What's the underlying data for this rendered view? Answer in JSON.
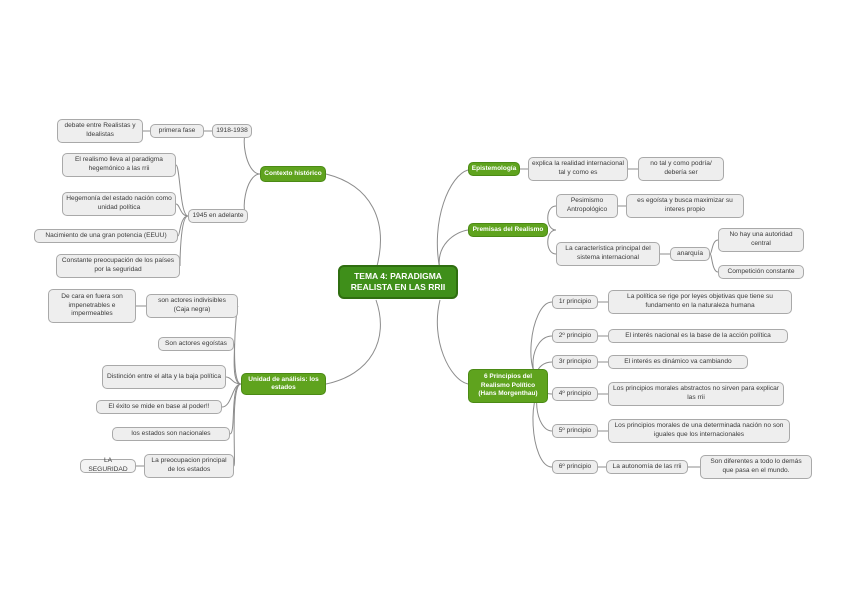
{
  "colors": {
    "root": "#3f8f1a",
    "branch": "#5fa31e",
    "leaf": "#eeeeee",
    "line": "#8c8c8c"
  },
  "root": "TEMA 4: PARADIGMA REALISTA EN LAS RRII",
  "contexto": {
    "label": "Contexto histórico",
    "p1918": "1918-1938",
    "primera_fase": "primera fase",
    "debate": "debate entre Realistas y Idealistas",
    "p1945": "1945 en adelante",
    "realismo_paradigma": "El realismo lleva al paradigma hegemónico a las rrii",
    "hegemonia": "Hegemonía del estado nación como unidad política",
    "nacimiento": "Nacimiento de una gran potencia (EEUU)",
    "preocupacion": "Constante preocupación de los países por la seguridad"
  },
  "unidad": {
    "label": "Unidad de análisis: los estados",
    "actores": "son actores indivisibles (Caja negra)",
    "de_cara": "De cara en fuera son impenetrables e impermeables",
    "egoistas": "Son actores egoístas",
    "distincion": "Distinción entre el alta y la baja política",
    "exito": "El éxito se mide en base al poder!!",
    "nacionales": "los estados son nacionales",
    "preocupacion": "La preocupacion principal de los estados",
    "seguridad": "LA SEGURIDAD"
  },
  "epistemologia": {
    "label": "Epistemología",
    "explica": "explica la realidad internacional tal y como es",
    "no_tal": "no tal y como podría/ debería ser"
  },
  "premisas": {
    "label": "Premisas del Realismo",
    "pesimismo": "Pesimismo Antropológico",
    "egoista": "es egoísta y busca maximizar su interes propio",
    "caracteristica": "La característica principal del sistema internacional",
    "anarquia": "anarquía",
    "no_hay": "No hay una autoridad central",
    "competicion": "Competición constante"
  },
  "principios": {
    "label": "6 Principios del Realismo Político (Hans Morgenthau)",
    "p1": "1r principio",
    "p1_text": "La política se rige por leyes objetivas que tiene su fundamento en la naturaleza humana",
    "p2": "2º principio",
    "p2_text": "El interés nacional es la base de la acción política",
    "p3": "3r principio",
    "p3_text": "El interés es dinámico va cambiando",
    "p4": "4º principio",
    "p4_text": "Los principios morales abstractos no sirven para explicar las rrii",
    "p5": "5º principio",
    "p5_text": "Los principios morales de una determinada nación no son iguales que los internacionales",
    "p6": "6º principio",
    "p6_text": "La autonomía de las rrii",
    "p6_sub": "Son diferentes a todo lo demás que pasa en el mundo."
  }
}
